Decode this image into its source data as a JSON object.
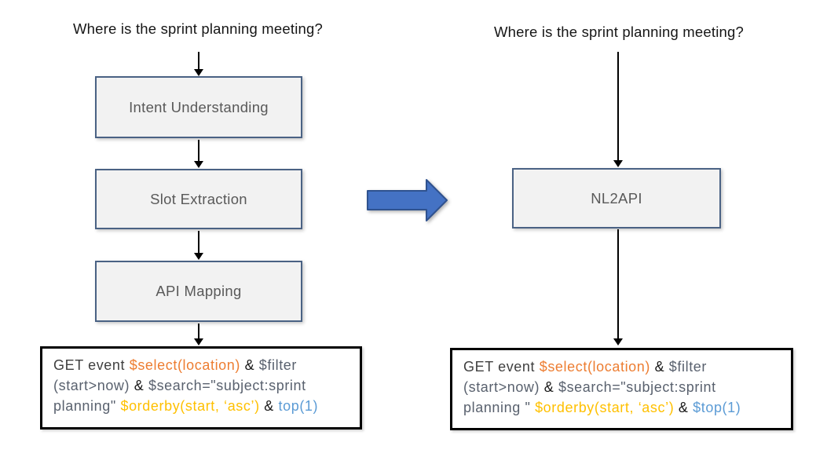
{
  "colors": {
    "dark": "#3f3f3f",
    "gray": "#59616e",
    "black": "#1a1a1a",
    "orange": "#ED7D31",
    "gold": "#FFC000",
    "blue": "#5B9BD5",
    "box_fill": "#f2f2f2",
    "box_border": "#4a6284",
    "big_arrow_fill": "#4472C4",
    "big_arrow_border": "#2F528F"
  },
  "left": {
    "question": "Where is the sprint planning meeting?",
    "boxes": [
      "Intent Understanding",
      "Slot Extraction",
      "API Mapping"
    ],
    "code_segments": [
      {
        "t": "GET event ",
        "c": "dark"
      },
      {
        "t": "$select(location)",
        "c": "orange"
      },
      {
        "t": " & ",
        "c": "black"
      },
      {
        "t": "$filter",
        "c": "gray"
      },
      {
        "br": true
      },
      {
        "t": "(start>now) ",
        "c": "gray"
      },
      {
        "t": "& ",
        "c": "black"
      },
      {
        "t": "$search=\"subject:sprint",
        "c": "gray"
      },
      {
        "br": true
      },
      {
        "t": "planning\" ",
        "c": "gray"
      },
      {
        "t": "$orderby(start, ‘asc’)",
        "c": "gold"
      },
      {
        "t": " & ",
        "c": "black"
      },
      {
        "t": "top(1)",
        "c": "blue"
      }
    ]
  },
  "right": {
    "question": "Where is the sprint planning meeting?",
    "box": "NL2API",
    "code_segments": [
      {
        "t": "GET event ",
        "c": "dark"
      },
      {
        "t": "$select(location)",
        "c": "orange"
      },
      {
        "t": " & ",
        "c": "black"
      },
      {
        "t": "$filter",
        "c": "gray"
      },
      {
        "br": true
      },
      {
        "t": "(start>now) ",
        "c": "gray"
      },
      {
        "t": "& ",
        "c": "black"
      },
      {
        "t": "$search=\"subject:sprint",
        "c": "gray"
      },
      {
        "br": true
      },
      {
        "t": "planning \" ",
        "c": "gray"
      },
      {
        "t": "$orderby(start, ‘asc’)",
        "c": "gold"
      },
      {
        "t": " & ",
        "c": "black"
      },
      {
        "t": "$top(1)",
        "c": "blue"
      }
    ]
  }
}
